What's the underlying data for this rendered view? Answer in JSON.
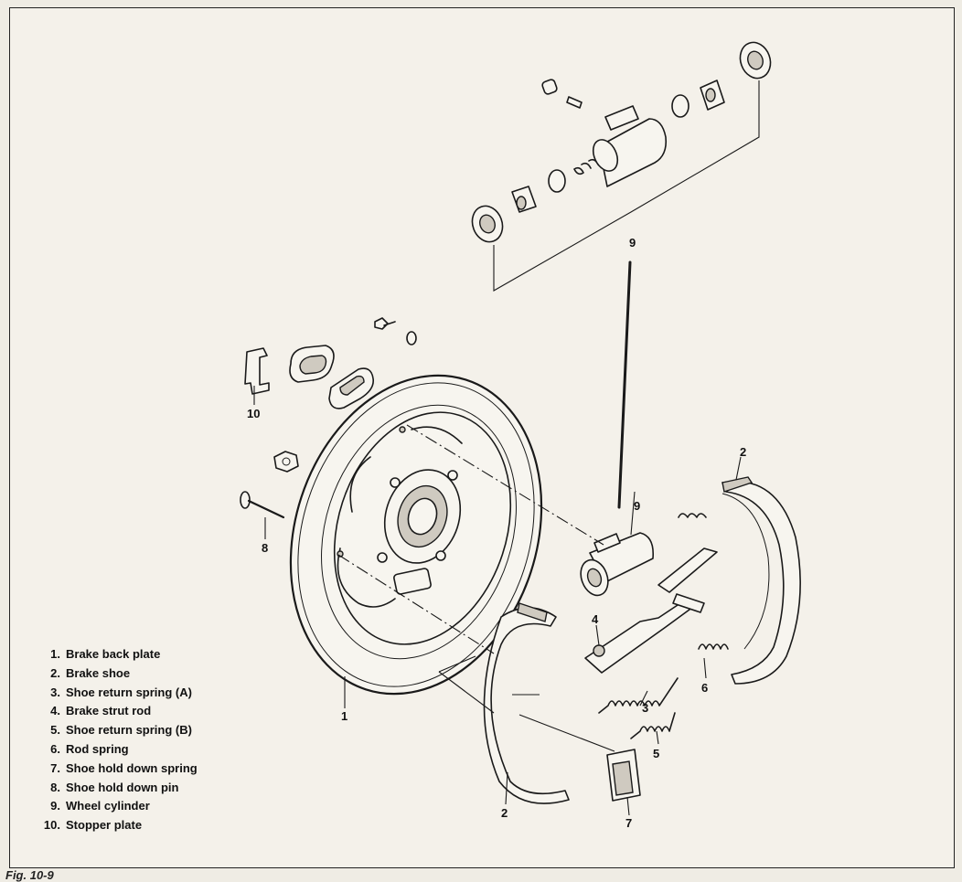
{
  "callouts": {
    "c1": "1",
    "c2a": "2",
    "c2b": "2",
    "c3": "3",
    "c4": "4",
    "c5": "5",
    "c6": "6",
    "c7": "7",
    "c8": "8",
    "c9a": "9",
    "c9b": "9",
    "c10": "10"
  },
  "legend": [
    {
      "num": "1.",
      "label": "Brake back plate"
    },
    {
      "num": "2.",
      "label": "Brake shoe"
    },
    {
      "num": "3.",
      "label": "Shoe return spring (A)"
    },
    {
      "num": "4.",
      "label": "Brake strut rod"
    },
    {
      "num": "5.",
      "label": "Shoe return spring (B)"
    },
    {
      "num": "6.",
      "label": "Rod spring"
    },
    {
      "num": "7.",
      "label": "Shoe hold down spring"
    },
    {
      "num": "8.",
      "label": "Shoe hold down pin"
    },
    {
      "num": "9.",
      "label": "Wheel cylinder"
    },
    {
      "num": "10.",
      "label": "Stopper plate"
    }
  ],
  "caption": "Fig. 10-9"
}
